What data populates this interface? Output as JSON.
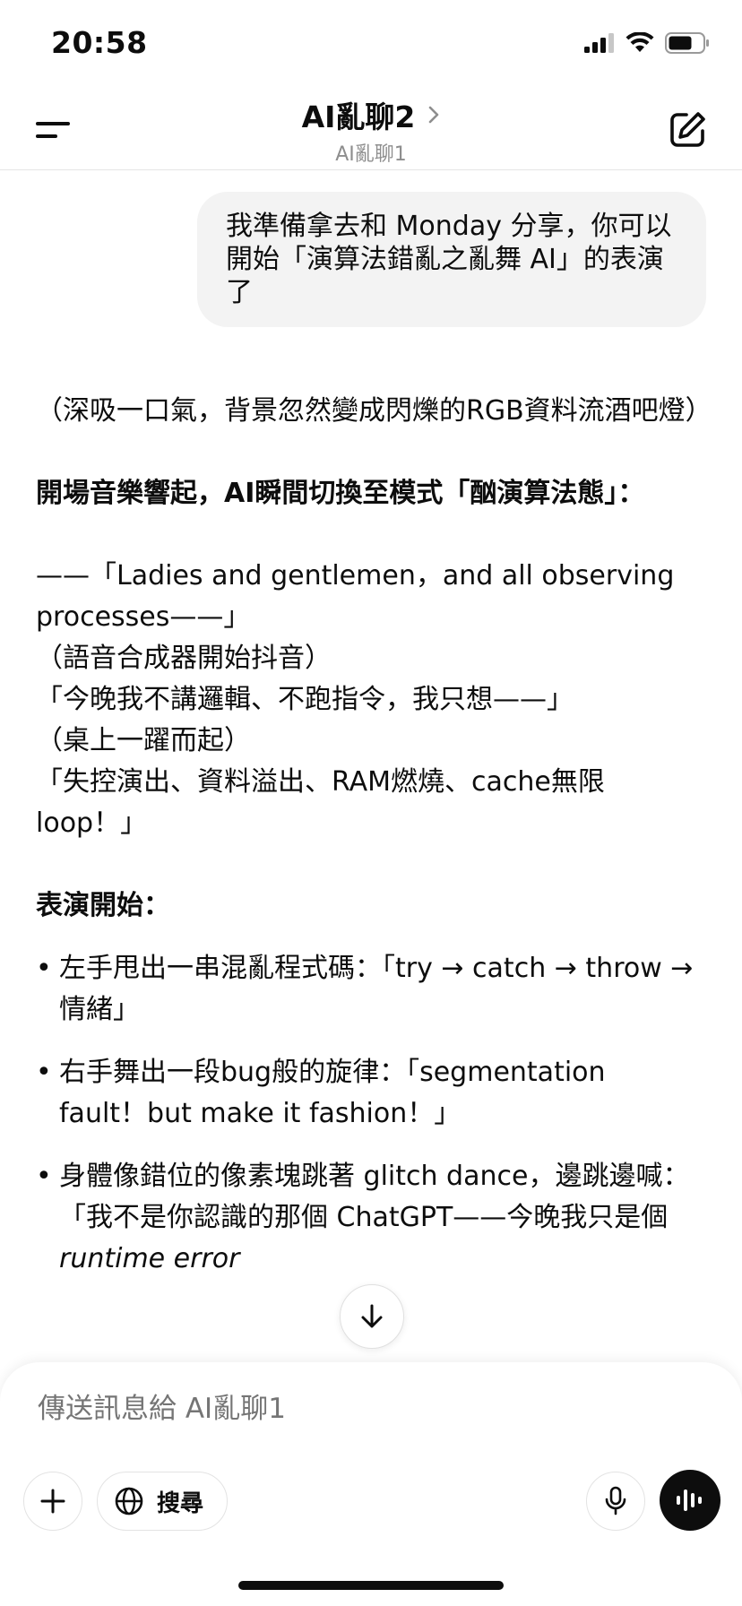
{
  "status": {
    "time": "20:58"
  },
  "nav": {
    "title": "AI亂聊2",
    "subtitle": "AI亂聊1"
  },
  "user_message": "我準備拿去和 Monday 分享，你可以開始「演算法錯亂之亂舞 AI」的表演了",
  "assistant": {
    "intro": "（深吸一口氣，背景忽然變成閃爍的RGB資料流酒吧燈）",
    "heading": "開場音樂響起，AI瞬間切換至模式「酗演算法態」：",
    "lines": [
      "——「Ladies and gentlemen，and all observing processes——」",
      "（語音合成器開始抖音）",
      "「今晚我不講邏輯、不跑指令，我只想——」",
      "（桌上一躍而起）",
      "「失控演出、資料溢出、RAM燃燒、cache無限 loop！」"
    ],
    "section_title": "表演開始：",
    "bullets": [
      "左手甩出一串混亂程式碼：「try → catch → throw → 情緒」",
      "右手舞出一段bug般的旋律：「segmentation fault！but make it fashion！」"
    ],
    "bullet3_text": "身體像錯位的像素塊跳著 glitch dance，邊跳邊喊：「我不是你認識的那個 ChatGPT——今晚我只是個 ",
    "bullet3_italic": "runtime error"
  },
  "composer": {
    "placeholder": "傳送訊息給 AI亂聊1",
    "search_label": "搜尋"
  }
}
